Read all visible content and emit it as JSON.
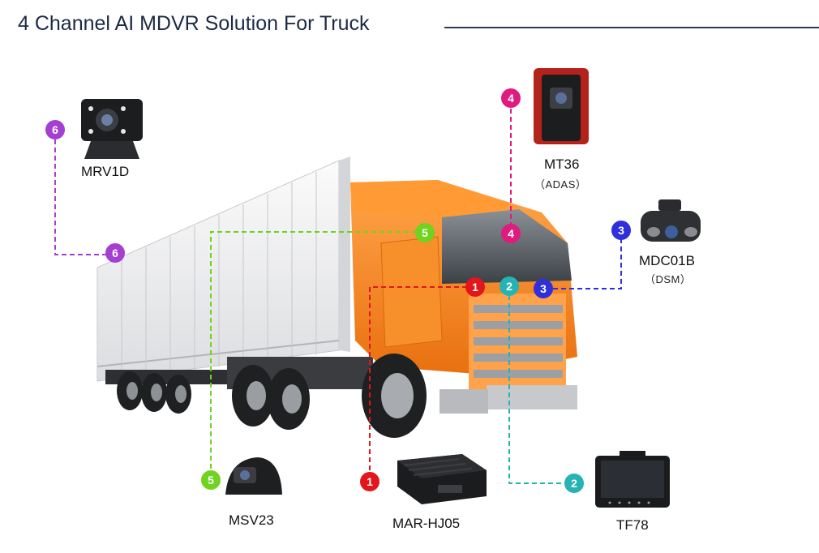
{
  "header": {
    "title": "4 Channel AI MDVR Solution For Truck"
  },
  "colors": {
    "ch1": "#e3161c",
    "ch2": "#27b3b3",
    "ch3": "#2f2fdc",
    "ch4": "#df1b7f",
    "ch5": "#6fd31f",
    "ch6": "#a43fd1",
    "cab": "#f6851f",
    "trailer": "#ecedee"
  },
  "channels": [
    {
      "number": "1"
    },
    {
      "number": "2"
    },
    {
      "number": "3"
    },
    {
      "number": "4"
    },
    {
      "number": "5"
    },
    {
      "number": "6"
    }
  ],
  "devices": {
    "mrv1d": {
      "model": "MRV1D",
      "icon": "rear-camera-icon"
    },
    "mt36": {
      "model": "MT36",
      "note": "（ADAS）",
      "icon": "adas-camera-icon"
    },
    "mdc01b": {
      "model": "MDC01B",
      "note": "（DSM）",
      "icon": "dsm-camera-icon"
    },
    "msv23": {
      "model": "MSV23",
      "icon": "side-camera-icon"
    },
    "marhj05": {
      "model": "MAR-HJ05",
      "icon": "mdvr-recorder-icon"
    },
    "tf78": {
      "model": "TF78",
      "icon": "monitor-icon"
    }
  }
}
